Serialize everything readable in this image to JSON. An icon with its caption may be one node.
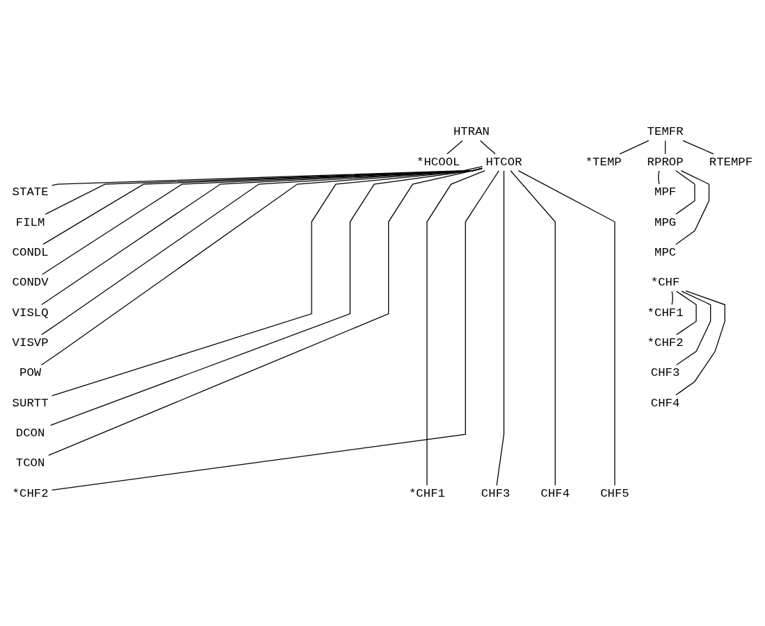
{
  "diagram": {
    "nodes": [
      {
        "text": [
          "HTRAN"
        ]
      },
      {
        "text": [
          "*HCOOL"
        ]
      },
      {
        "text": [
          "HTCOR"
        ]
      },
      {
        "text": [
          "STATE"
        ]
      },
      {
        "text": [
          "FILM"
        ]
      },
      {
        "text": [
          "CONDL"
        ]
      },
      {
        "text": [
          "CONDV"
        ]
      },
      {
        "text": [
          "VISLQ"
        ]
      },
      {
        "text": [
          "VISVP"
        ]
      },
      {
        "text": [
          "POW"
        ]
      },
      {
        "text": [
          "SURTT"
        ]
      },
      {
        "text": [
          "DCON"
        ]
      },
      {
        "text": [
          "TCON"
        ]
      },
      {
        "text": [
          "*CHF1"
        ]
      },
      {
        "text": [
          "*CHF2"
        ]
      },
      {
        "text": [
          "CHF3"
        ]
      },
      {
        "text": [
          "CHF4"
        ]
      },
      {
        "text": [
          "CHF5"
        ]
      },
      {
        "text": [
          "TEMFR"
        ]
      },
      {
        "text": [
          "*TEMP"
        ]
      },
      {
        "text": [
          "RPROP"
        ]
      },
      {
        "text": [
          "RTEMPF"
        ]
      },
      {
        "text": [
          "MPF"
        ]
      },
      {
        "text": [
          "MPG"
        ]
      },
      {
        "text": [
          "MPC"
        ]
      },
      {
        "text": [
          "*CHF"
        ]
      },
      {
        "text": [
          "*CHF1"
        ]
      },
      {
        "text": [
          "*CHF2"
        ]
      },
      {
        "text": [
          "CHF3"
        ]
      },
      {
        "text": [
          "CHF4"
        ]
      }
    ],
    "edges": [
      {
        "from": 0,
        "to": 1,
        "arrow": "none"
      },
      {
        "from": 0,
        "to": 2,
        "arrow": "none"
      },
      {
        "from": 2,
        "to": 3,
        "arrow": "none"
      },
      {
        "from": 2,
        "to": 4,
        "arrow": "none"
      },
      {
        "from": 2,
        "to": 5,
        "arrow": "none"
      },
      {
        "from": 2,
        "to": 6,
        "arrow": "none"
      },
      {
        "from": 2,
        "to": 7,
        "arrow": "none"
      },
      {
        "from": 2,
        "to": 8,
        "arrow": "none"
      },
      {
        "from": 2,
        "to": 9,
        "arrow": "none"
      },
      {
        "from": 2,
        "to": 10,
        "arrow": "none"
      },
      {
        "from": 2,
        "to": 11,
        "arrow": "none"
      },
      {
        "from": 2,
        "to": 12,
        "arrow": "none"
      },
      {
        "from": 2,
        "to": 13,
        "arrow": "none"
      },
      {
        "from": 2,
        "to": 14,
        "arrow": "none"
      },
      {
        "from": 2,
        "to": 15,
        "arrow": "none"
      },
      {
        "from": 2,
        "to": 16,
        "arrow": "none"
      },
      {
        "from": 2,
        "to": 17,
        "arrow": "none"
      },
      {
        "from": 18,
        "to": 19,
        "arrow": "none"
      },
      {
        "from": 18,
        "to": 20,
        "arrow": "none"
      },
      {
        "from": 18,
        "to": 21,
        "arrow": "none"
      },
      {
        "from": 20,
        "to": 22,
        "arrow": "none"
      },
      {
        "from": 20,
        "to": 23,
        "arrow": "none"
      },
      {
        "from": 20,
        "to": 24,
        "arrow": "none"
      },
      {
        "from": 25,
        "to": 26,
        "arrow": "none"
      },
      {
        "from": 25,
        "to": 27,
        "arrow": "none"
      },
      {
        "from": 25,
        "to": 28,
        "arrow": "none"
      },
      {
        "from": 25,
        "to": 29,
        "arrow": "none"
      }
    ]
  }
}
